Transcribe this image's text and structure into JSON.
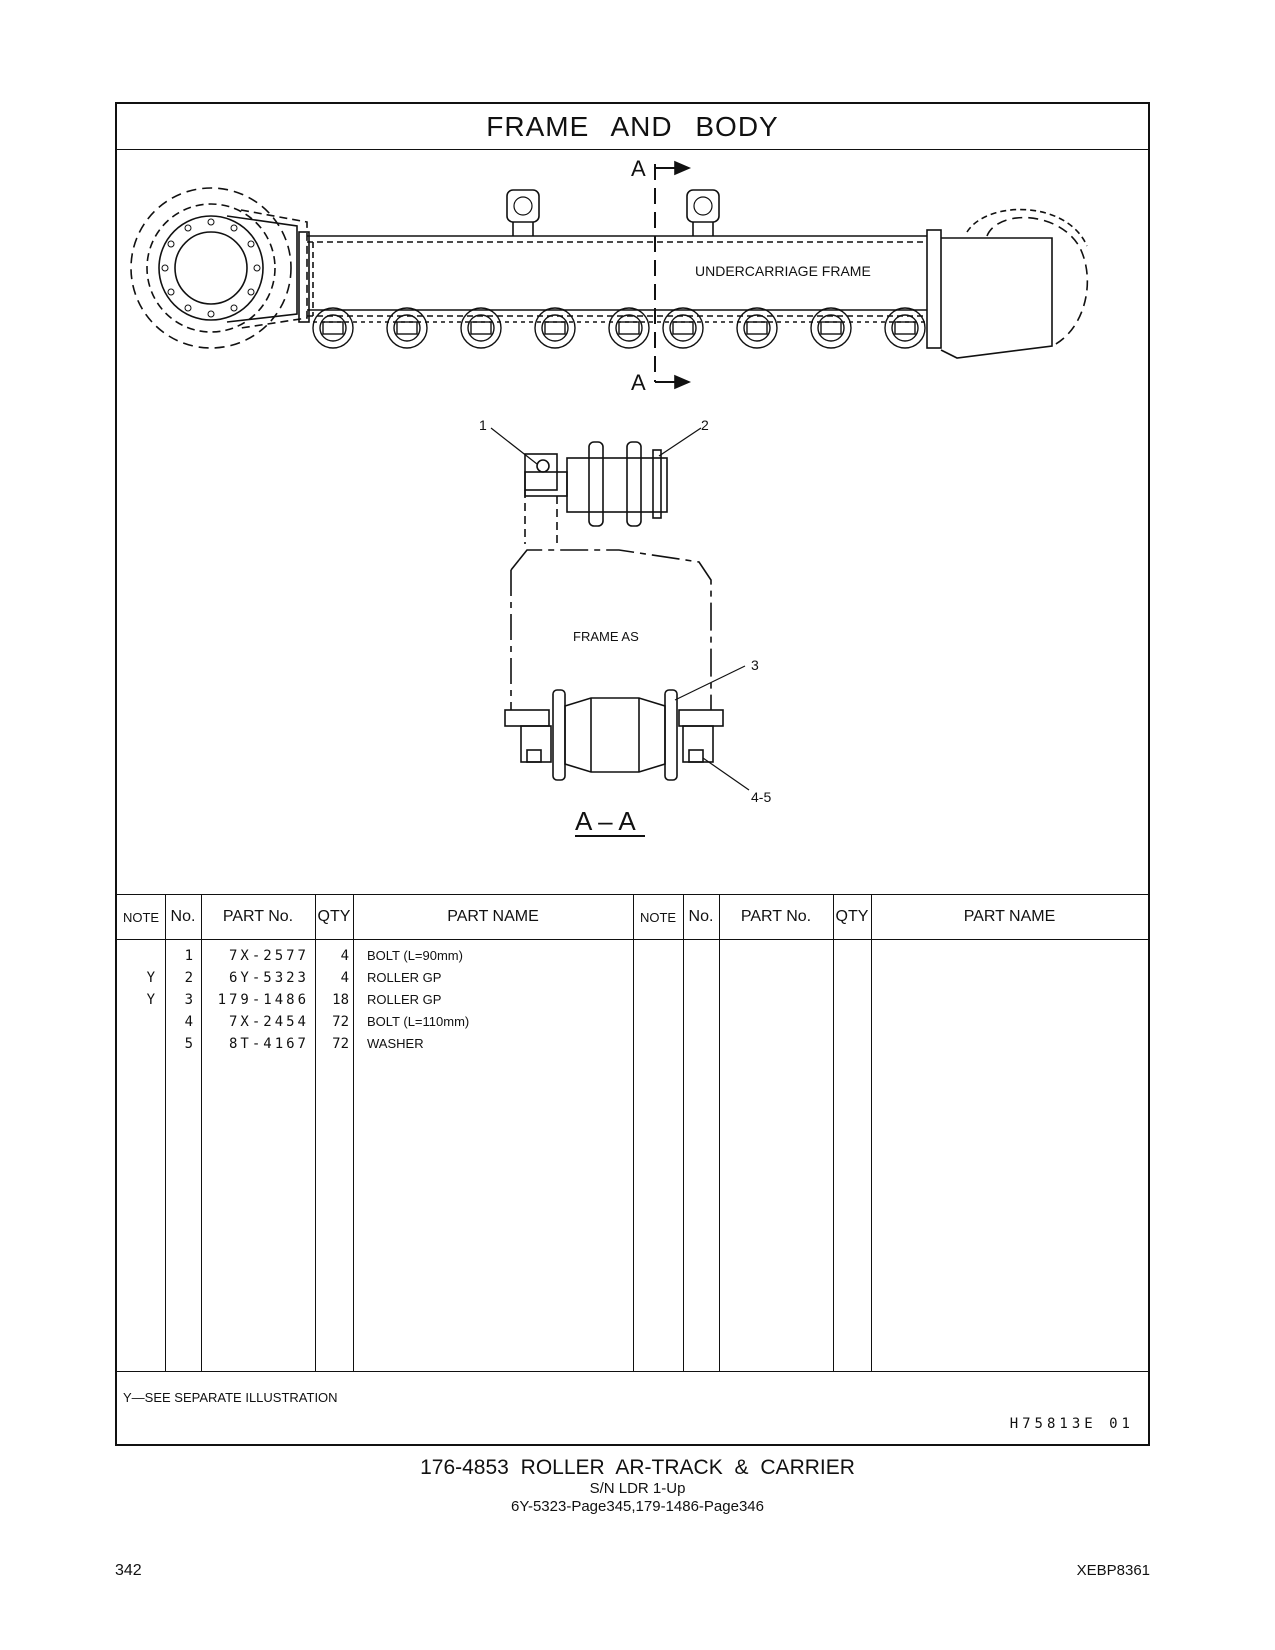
{
  "title": "FRAME AND BODY",
  "illustration": {
    "section_marker": "A",
    "frame_label": "UNDERCARRIAGE FRAME",
    "frame_as_label": "FRAME AS",
    "section_title": "A – A",
    "callouts": [
      "1",
      "2",
      "3",
      "4-5"
    ]
  },
  "table": {
    "headers": {
      "note": "NOTE",
      "no": "No.",
      "part_no": "PART No.",
      "qty": "QTY",
      "part_name": "PART NAME"
    },
    "rows": [
      {
        "note": "",
        "no": "1",
        "part_no": "7X-2577",
        "qty": "4",
        "name": "BOLT (L=90mm)"
      },
      {
        "note": "Y",
        "no": "2",
        "part_no": "6Y-5323",
        "qty": "4",
        "name": "ROLLER  GP"
      },
      {
        "note": "Y",
        "no": "3",
        "part_no": "179-1486",
        "qty": "18",
        "name": "ROLLER  GP"
      },
      {
        "note": "",
        "no": "4",
        "part_no": "7X-2454",
        "qty": "72",
        "name": "BOLT (L=110mm)"
      },
      {
        "note": "",
        "no": "5",
        "part_no": "8T-4167",
        "qty": "72",
        "name": "WASHER"
      }
    ]
  },
  "footnote": "Y—SEE  SEPARATE  ILLUSTRATION",
  "drawing_ref": "H75813E  01",
  "caption": {
    "title": "176-4853  ROLLER AR-TRACK & CARRIER",
    "serial": "S/N LDR 1-Up",
    "refs": "6Y-5323-Page345,179-1486-Page346"
  },
  "page_number": "342",
  "doc_id": "XEBP8361"
}
